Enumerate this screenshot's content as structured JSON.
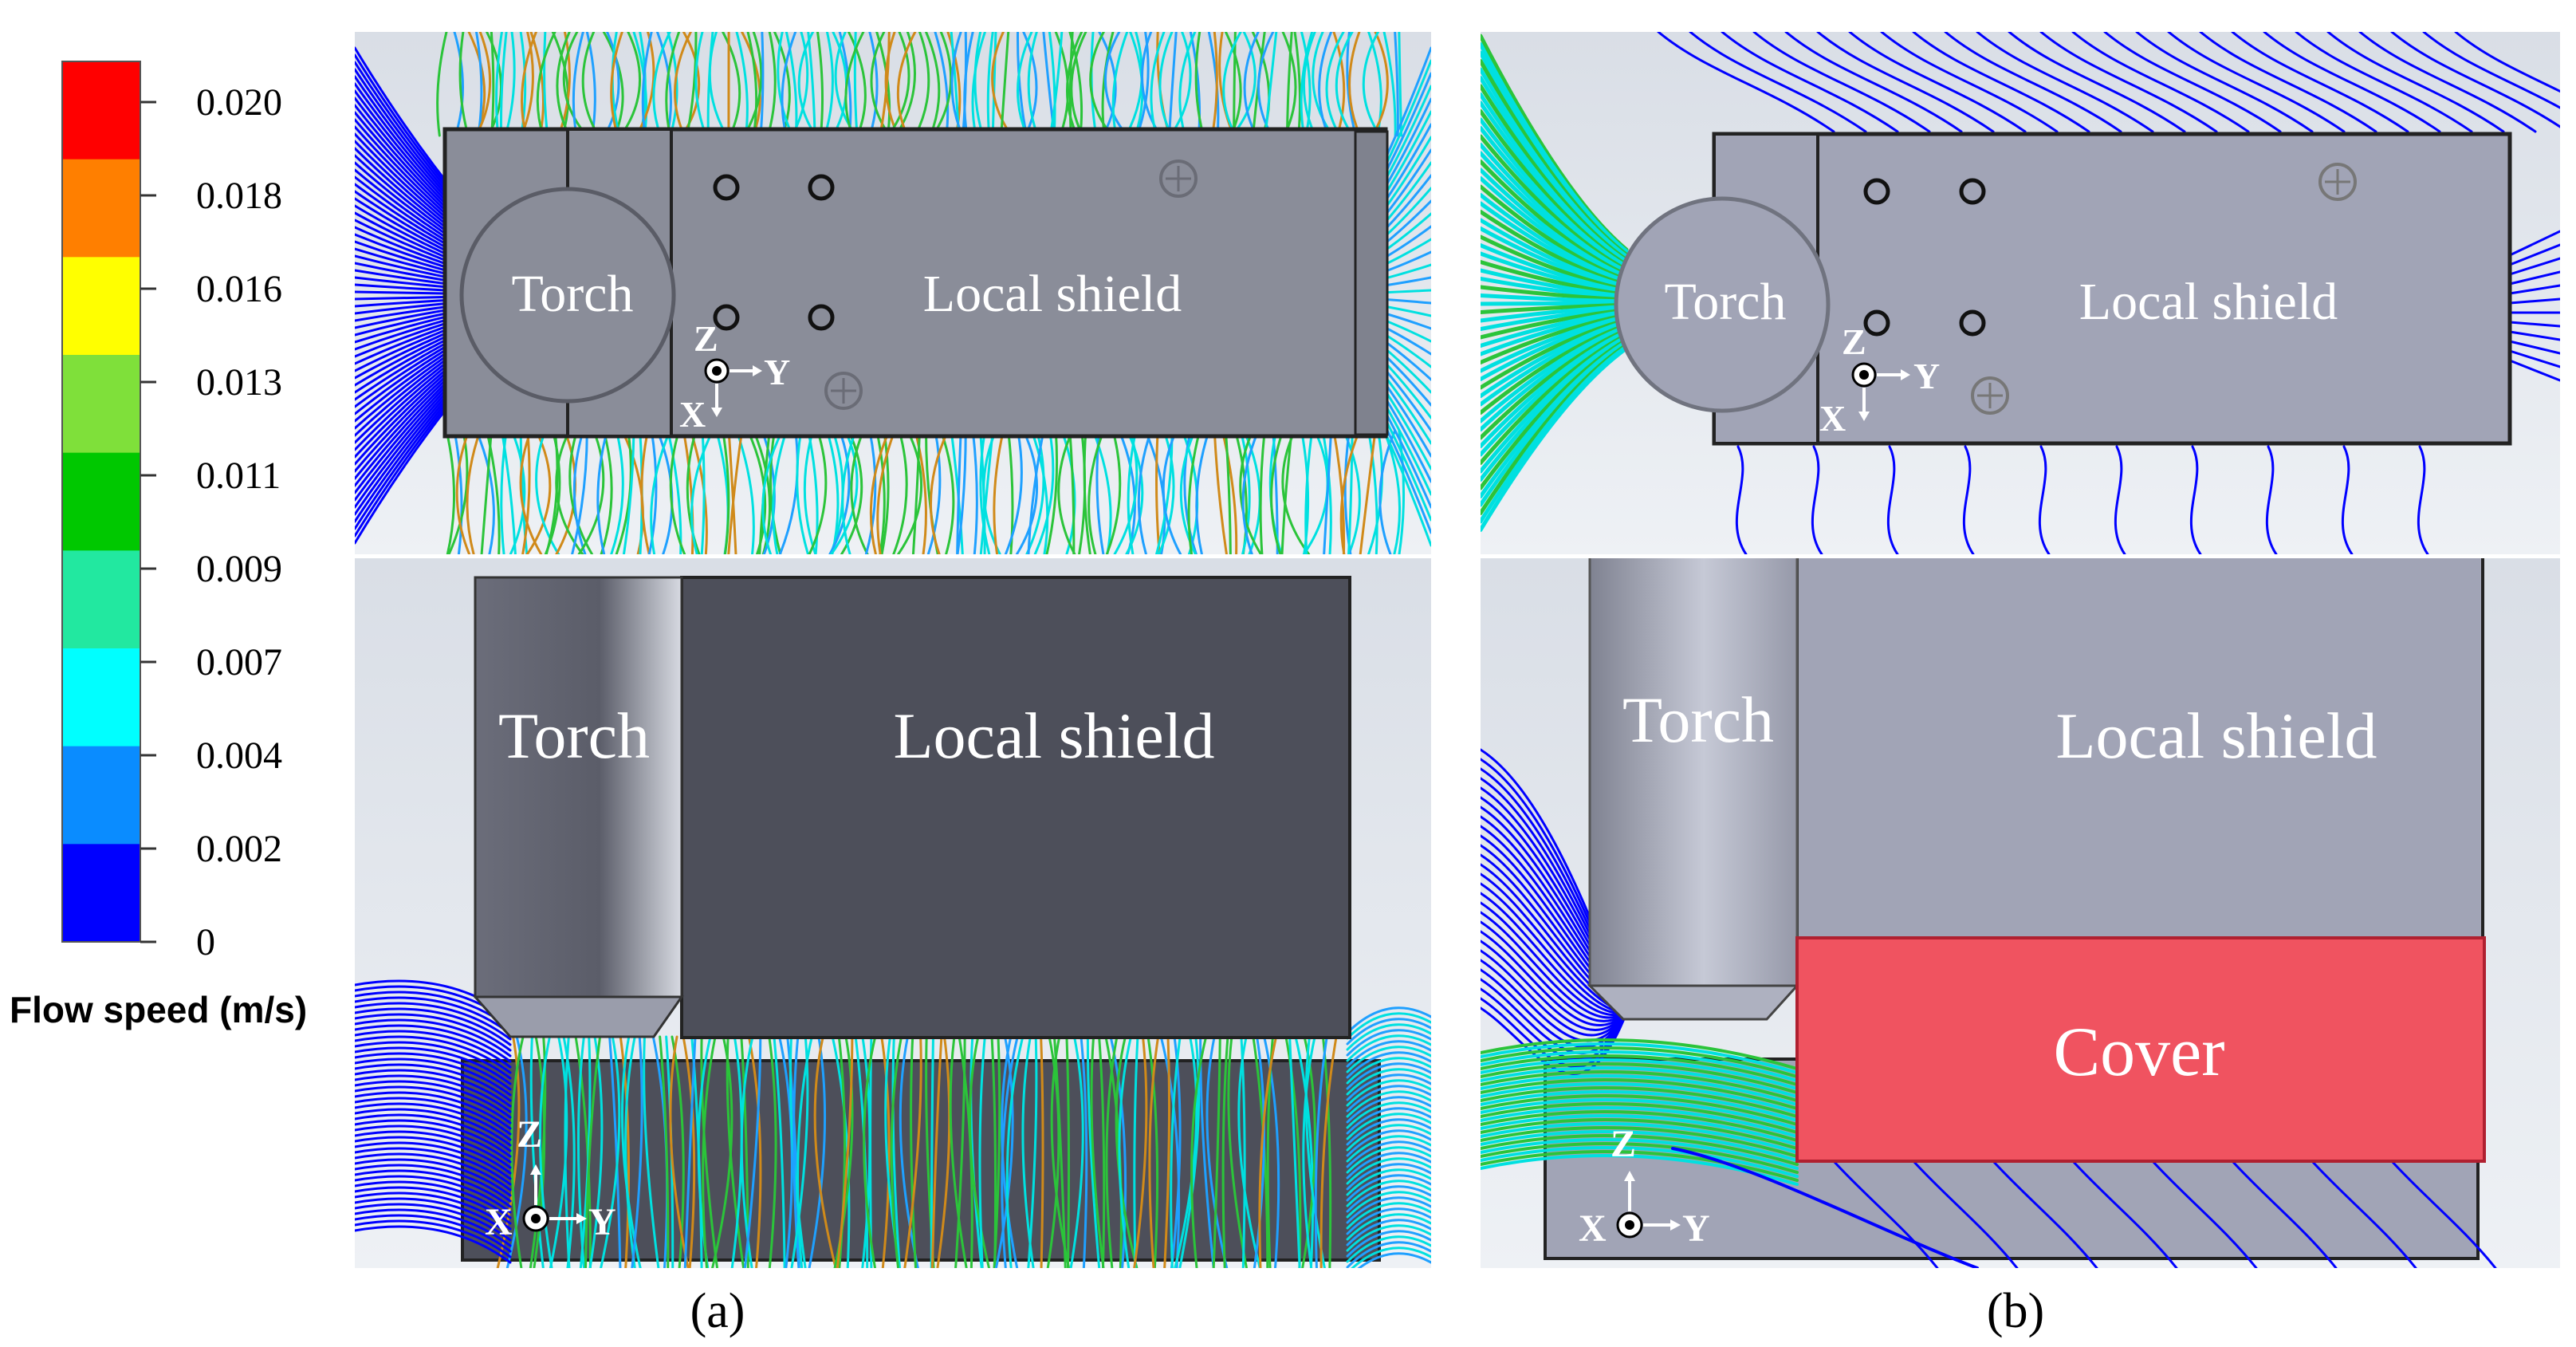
{
  "colorbar": {
    "title": "Flow speed (m/s)",
    "ticks": [
      "0.020",
      "0.018",
      "0.016",
      "0.013",
      "0.011",
      "0.009",
      "0.007",
      "0.004",
      "0.002",
      "0"
    ],
    "colors": [
      "#ff0000",
      "#ff7f00",
      "#ffff00",
      "#7fe03a",
      "#00c800",
      "#22e8a0",
      "#00ffff",
      "#0a8cff",
      "#0000ff"
    ]
  },
  "panels": [
    {
      "label": "(a)"
    },
    {
      "label": "(b)"
    }
  ],
  "labels": {
    "torch": "Torch",
    "local_shield": "Local shield",
    "cover": "Cover"
  },
  "axes": {
    "x": "X",
    "y": "Y",
    "z": "Z"
  },
  "colors": {
    "background": "#dfe4ea",
    "shield_a_top": "#8a8d99",
    "shield_a_side": "#4d4f5a",
    "shield_b": "#a1a4b6",
    "cover": "#f05360",
    "streamline_blue": "#0000ff",
    "streamline_cyan": "#00e0e0",
    "streamline_green": "#2bc43a",
    "streamline_orange": "#d08a1a"
  }
}
